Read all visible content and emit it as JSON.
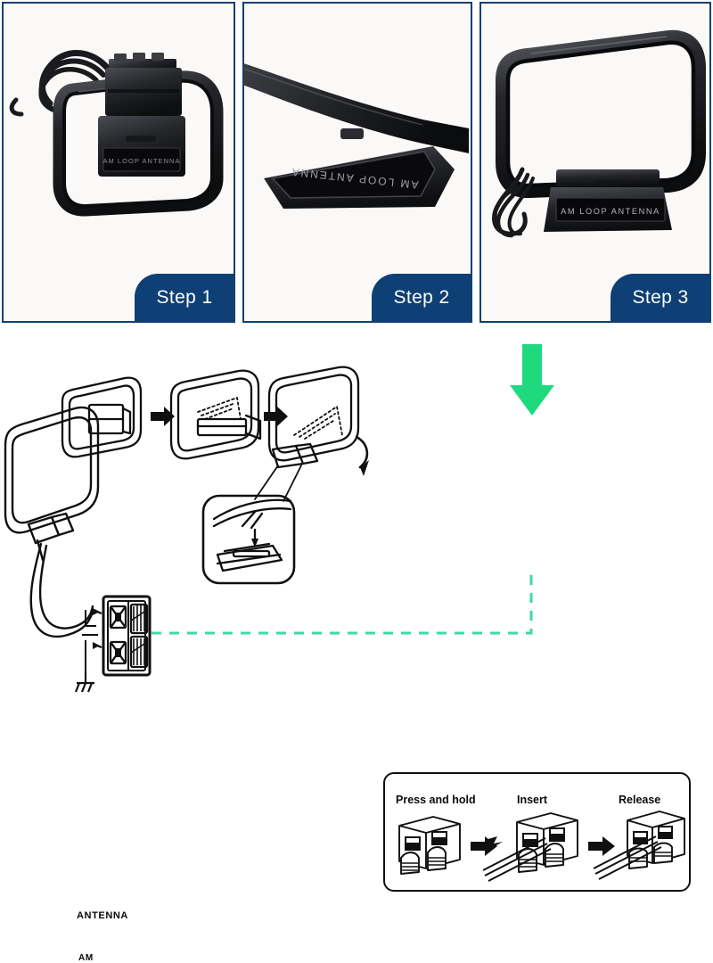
{
  "colors": {
    "panel_border": "#123f73",
    "step_badge_bg": "#0f4075",
    "step_badge_text": "#ffffff",
    "green_arrow": "#1fd97f",
    "green_dashed_line": "#3fd9a0",
    "line_art": "#101010",
    "page_background": "#ffffff",
    "photo_background": "#fbf9f8"
  },
  "photo_panels": [
    {
      "step_label": "Step 1",
      "badge_name": "step-1-badge",
      "product_text": "AM  LOOP  ANTENNA",
      "description": "AM loop antenna lying flat with coiled cable, stand folded against loop"
    },
    {
      "step_label": "Step 2",
      "badge_name": "step-2-badge",
      "product_text": "AM  LOOP  ANTENNA",
      "description": "Close-up of antenna base upside down showing inverted nameplate"
    },
    {
      "step_label": "Step 3",
      "badge_name": "step-3-badge",
      "product_text": "AM  LOOP  ANTENNA",
      "description": "Assembled AM loop antenna standing upright on its base with cable"
    }
  ],
  "diagram": {
    "terminal_labels": {
      "antenna": "ANTENNA",
      "am": "AM"
    },
    "connector_box": {
      "steps": [
        "Press and hold",
        "Insert",
        "Release"
      ]
    }
  }
}
